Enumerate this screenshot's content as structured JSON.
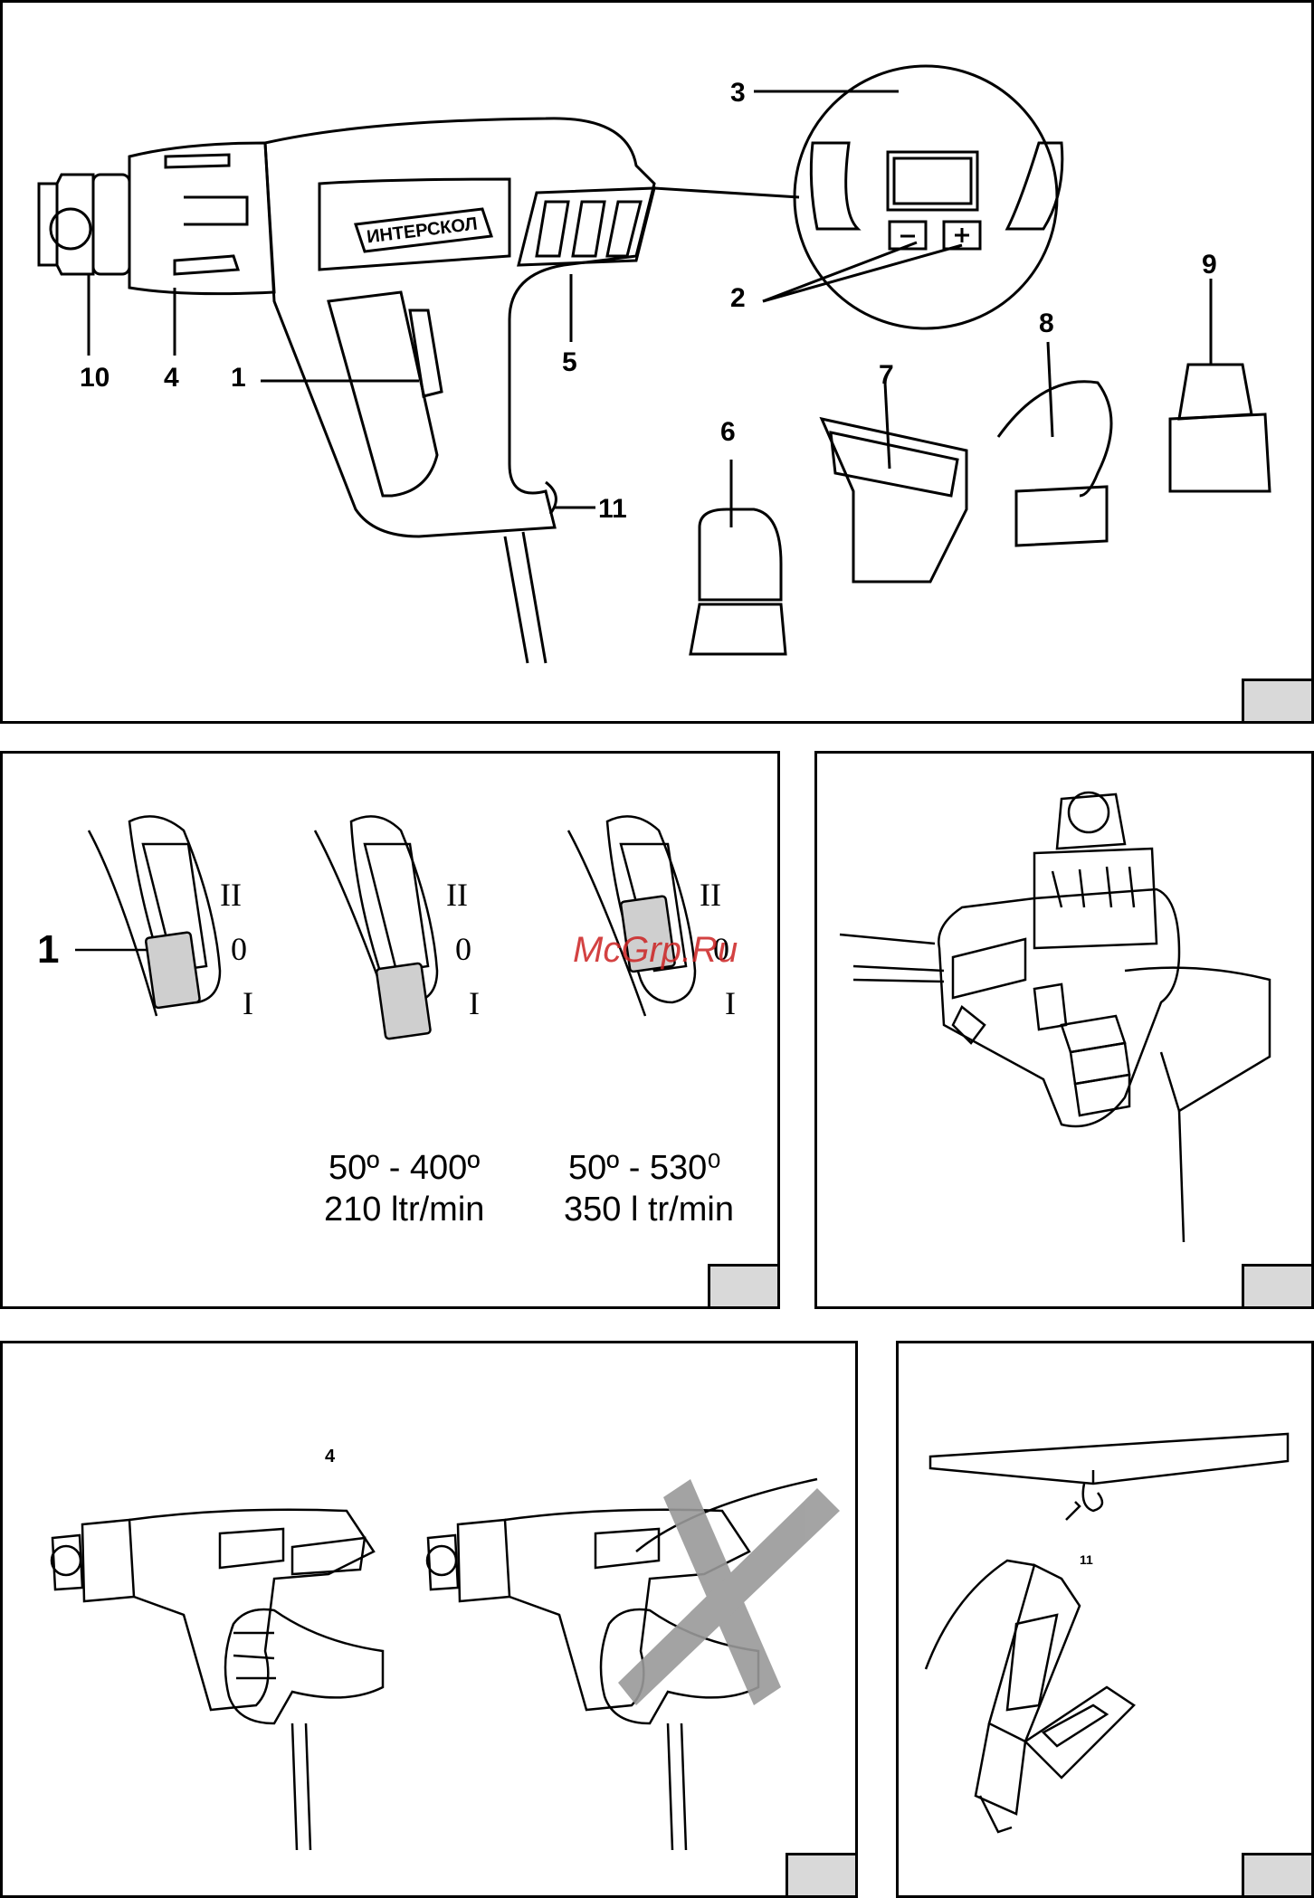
{
  "panel_a": {
    "labels": {
      "n1": "1",
      "n2": "2",
      "n3": "3",
      "n4": "4",
      "n5": "5",
      "n6": "6",
      "n7": "7",
      "n8": "8",
      "n9": "9",
      "n10": "10",
      "n11": "11"
    },
    "brand": "ИНТЕРСКОЛ",
    "display_buttons": {
      "minus": "−",
      "plus": "+"
    }
  },
  "panel_b": {
    "switch_label": "1",
    "positions": {
      "high": "II",
      "off": "0",
      "low": "I"
    },
    "spec_mid": {
      "temp": "50º - 400º",
      "flow": "210 ltr/min"
    },
    "spec_right": {
      "temp": "50º - 530⁰",
      "flow": "350 l tr/min"
    },
    "watermark": "McGrp.Ru"
  },
  "panel_d": {
    "label": "4"
  },
  "panel_e": {
    "label": "11"
  },
  "colors": {
    "tab_fill": "#d9d9d9",
    "watermark": "#cc2222",
    "cross": "#9a9a9a"
  },
  "icons": [
    "heat-gun-illustration",
    "nozzle-icon",
    "switch-icon",
    "hook-icon",
    "hand-illustration",
    "cross-mark-icon"
  ]
}
